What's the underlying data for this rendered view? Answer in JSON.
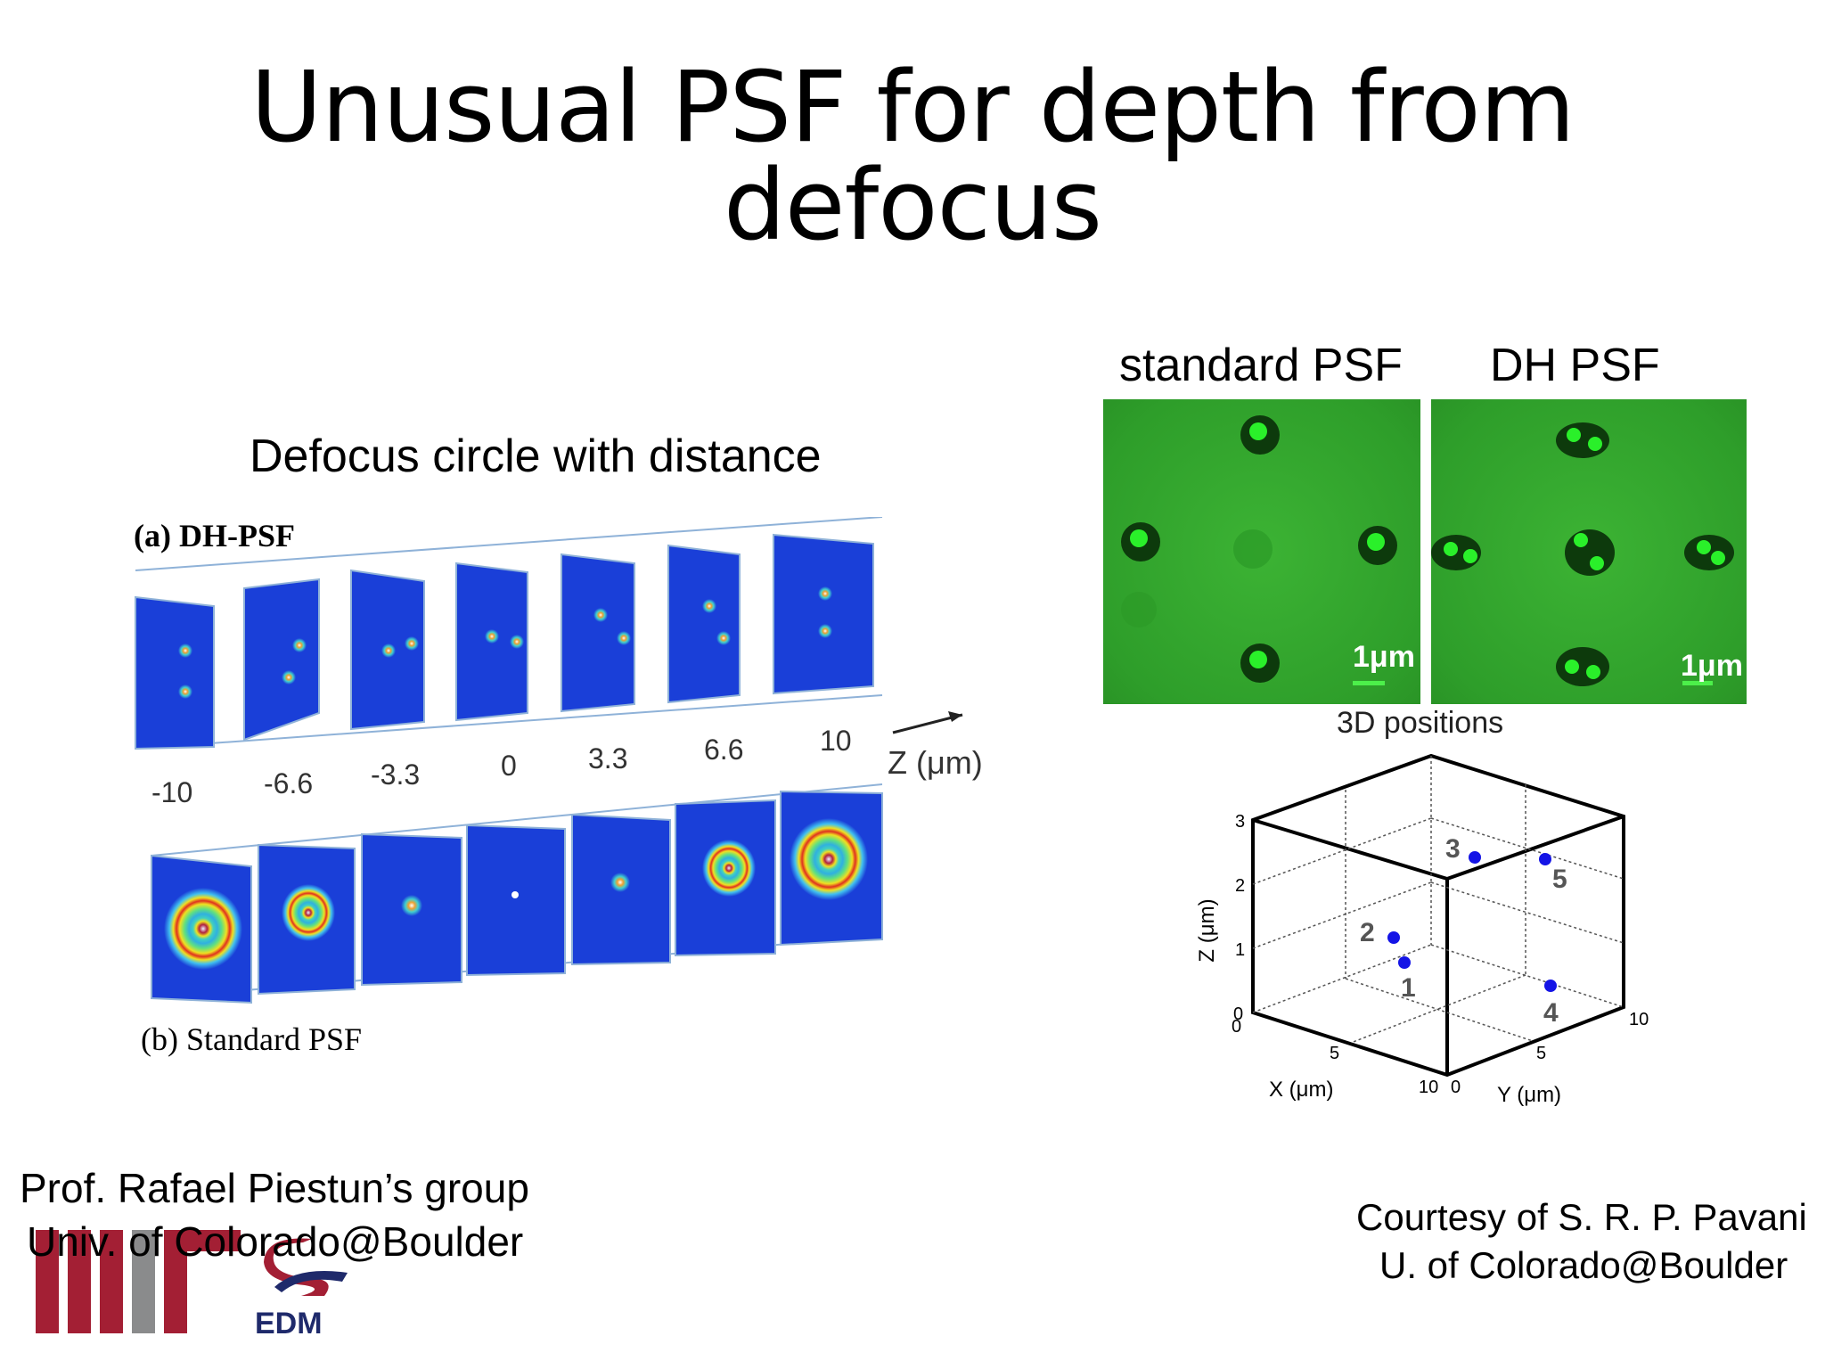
{
  "title": {
    "line1": "Unusual PSF for depth from",
    "line2": "defocus"
  },
  "left_panel": {
    "heading": "Defocus circle with distance",
    "label_a": "(a) DH-PSF",
    "label_b": "(b) Standard PSF",
    "z_axis_label": "Z (μm)",
    "z_values": [
      "-10",
      "-6.6",
      "-3.3",
      "0",
      "3.3",
      "6.6",
      "10"
    ]
  },
  "right_panel": {
    "standard_label": "standard PSF",
    "dh_label": "DH PSF",
    "scale_bar": "1μm",
    "plot_title": "3D positions",
    "z_axis_label": "Z (μm)",
    "x_axis_label": "X (μm)",
    "y_axis_label": "Y (μm)",
    "z_ticks": [
      "0",
      "1",
      "2",
      "3"
    ],
    "x_ticks": [
      "0",
      "5",
      "10"
    ],
    "y_ticks": [
      "0",
      "5",
      "10"
    ],
    "points": [
      "1",
      "2",
      "3",
      "4",
      "5"
    ]
  },
  "credits": {
    "left_line1": "Prof. Rafael Piestun’s group",
    "left_line2": "Univ. of Colorado@Boulder",
    "right_line1": "Courtesy of S. R. P. Pavani",
    "right_line2": "U. of Colorado@Boulder"
  },
  "logo": {
    "text": "EDM"
  },
  "colors": {
    "green_bg": "#2fa82b",
    "blue_panel": "#1a3fd8",
    "logo_red": "#a31f34",
    "logo_gray": "#8a8b8c",
    "point_blue": "#1414e6"
  }
}
